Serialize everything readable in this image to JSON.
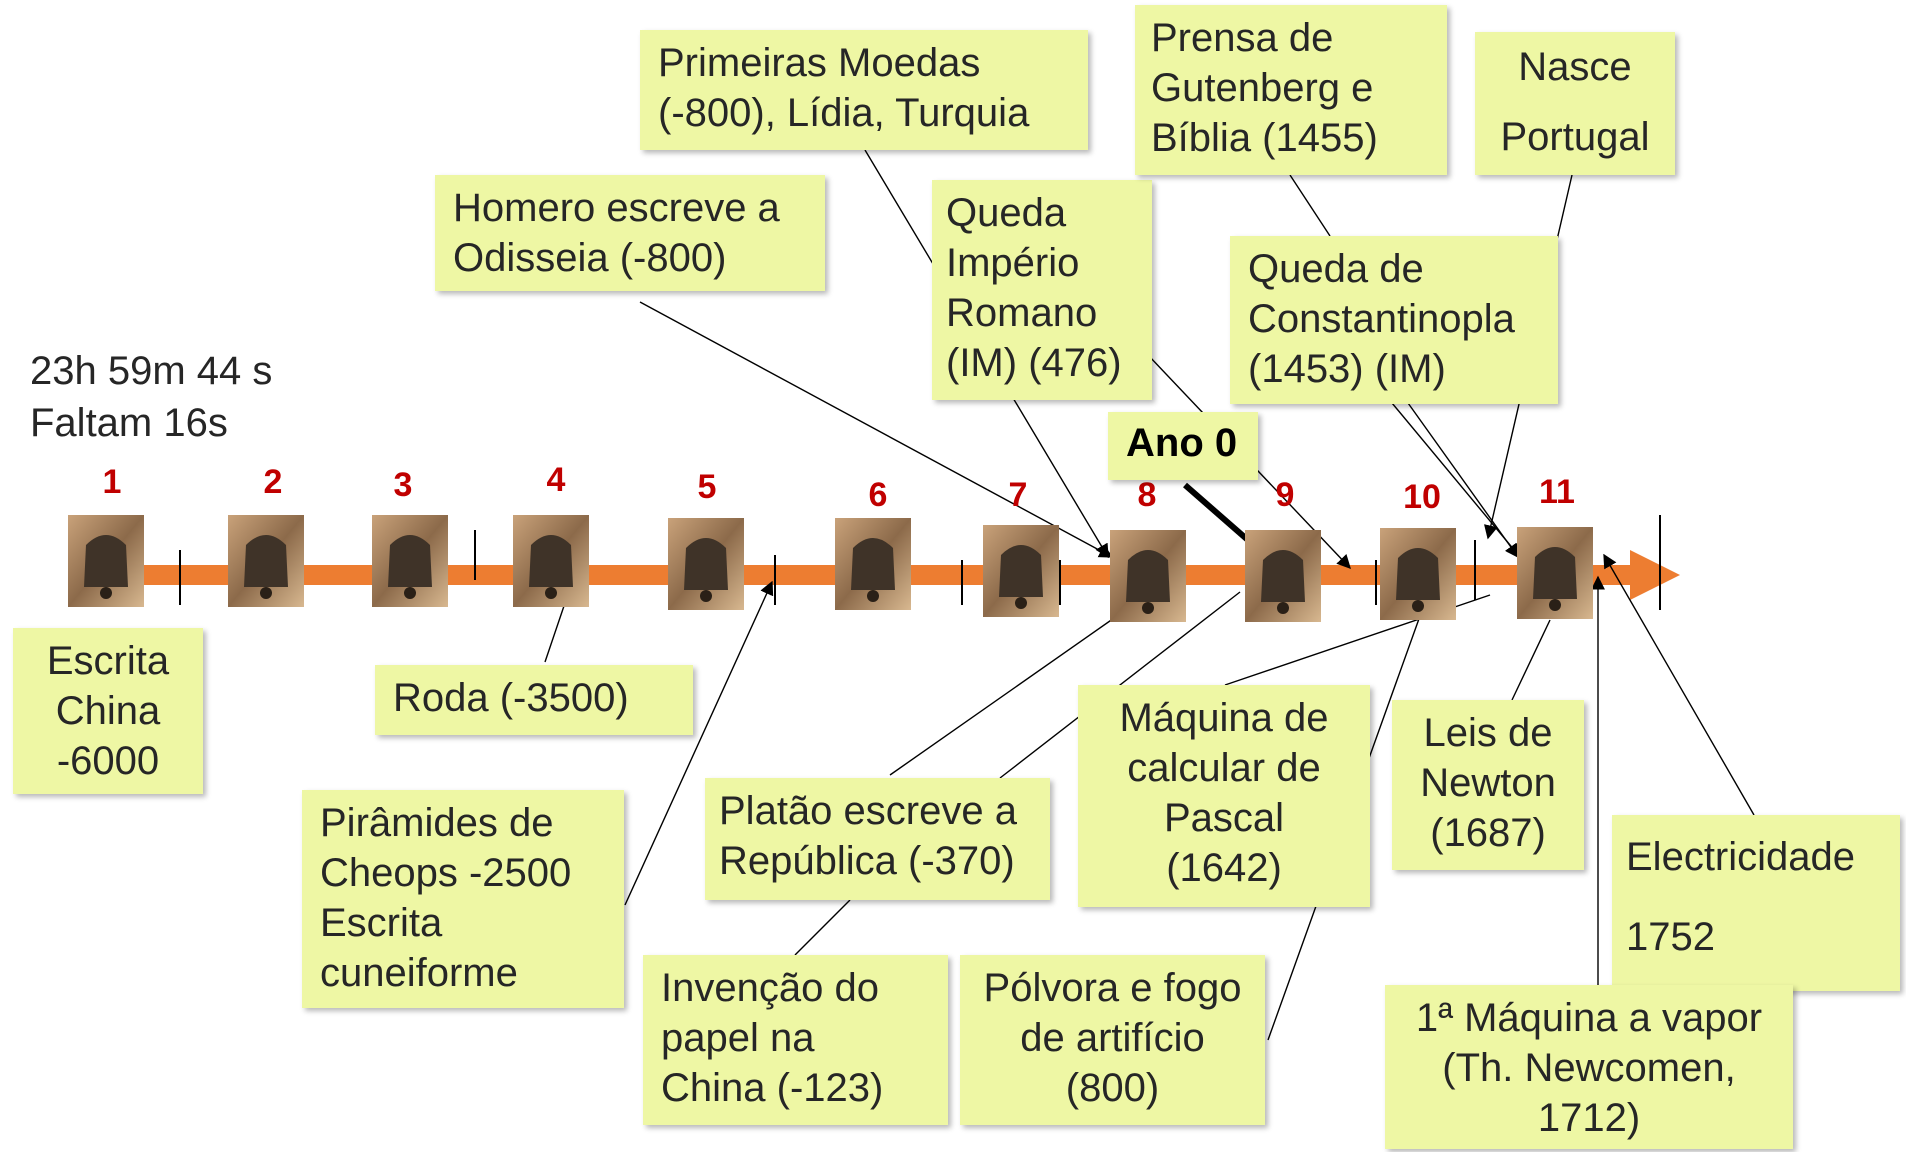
{
  "clock": {
    "time": "23h 59m 44 s",
    "remaining": "Faltam 16s"
  },
  "colors": {
    "arrow": "#ed7d31",
    "box_fill": "#eef7a4",
    "number": "#c00000",
    "connector": "#000000"
  },
  "icons": {
    "bell": "bell-icon"
  },
  "timeline": {
    "numbers": [
      "1",
      "2",
      "3",
      "4",
      "5",
      "6",
      "7",
      "8",
      "9",
      "10",
      "11"
    ],
    "year_zero_label": "Ano 0"
  },
  "events": [
    {
      "id": "escrita-china",
      "text": "Escrita\nChina\n-6000"
    },
    {
      "id": "roda",
      "text": "Roda (-3500)"
    },
    {
      "id": "piramides",
      "text": "Pirâmides de\nCheops  -2500\nEscrita\ncuneiforme"
    },
    {
      "id": "homero",
      "text": "Homero escreve a\nOdisseia (-800)"
    },
    {
      "id": "primeiras-moedas",
      "text": "Primeiras Moedas\n(-800), Lídia, Turquia"
    },
    {
      "id": "platao",
      "text": "Platão escreve a\nRepública (-370)"
    },
    {
      "id": "papel",
      "text": "Invenção do\npapel na\nChina (-123)"
    },
    {
      "id": "queda-imperio-romano",
      "text": "Queda\nImpério\nRomano\n(IM) (476)"
    },
    {
      "id": "polvora",
      "text": "Pólvora e fogo\nde artifício\n(800)"
    },
    {
      "id": "gutenberg",
      "text": "Prensa de\nGutenberg e\nBíblia (1455)"
    },
    {
      "id": "constantinopla",
      "text": "Queda de\nConstantinopla\n(1453) (IM)"
    },
    {
      "id": "nasce-portugal",
      "text": "Nasce\n\nPortugal"
    },
    {
      "id": "pascal",
      "text": "Máquina de\ncalcular de\nPascal\n(1642)"
    },
    {
      "id": "newton",
      "text": "Leis de\nNewton\n (1687)"
    },
    {
      "id": "electricidade",
      "text": "Electricidade\n\n1752"
    },
    {
      "id": "maquina-vapor",
      "text": "1ª Máquina a vapor\n(Th. Newcomen,\n1712)"
    }
  ]
}
